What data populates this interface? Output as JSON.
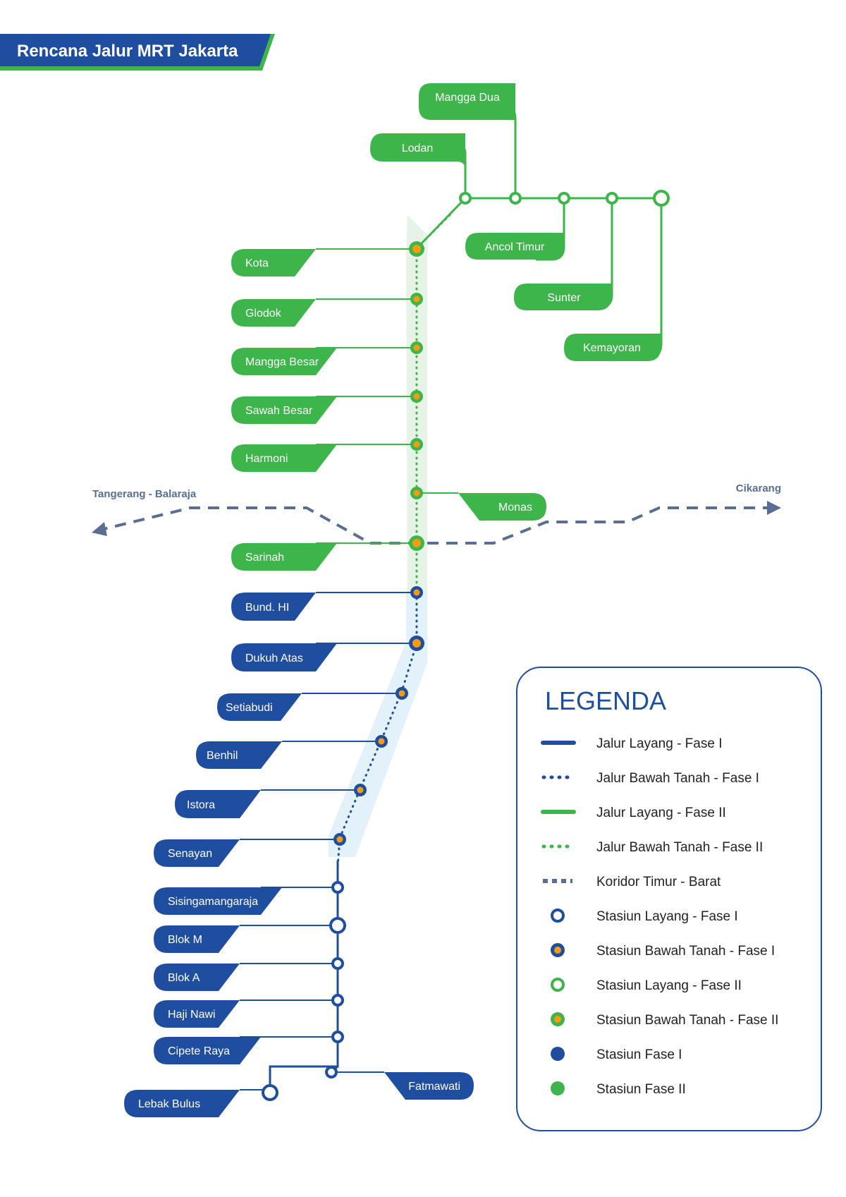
{
  "title": "Rencana Jalur MRT Jakarta",
  "colors": {
    "blue": "#1f4ea0",
    "green": "#3db54a",
    "orange": "#f39c12",
    "corridor": "#5a6e94",
    "green_band": "#e6f3e6",
    "blue_band": "#e3f1fb"
  },
  "corridors": {
    "west": "Tangerang - Balaraja",
    "east": "Cikarang"
  },
  "stations_phase2_north": [
    {
      "id": "mangga-dua",
      "name": "Mangga Dua"
    },
    {
      "id": "lodan",
      "name": "Lodan"
    },
    {
      "id": "ancol-timur",
      "name": "Ancol Timur"
    },
    {
      "id": "sunter",
      "name": "Sunter"
    },
    {
      "id": "kemayoran",
      "name": "Kemayoran"
    }
  ],
  "stations_phase2_trunk": [
    {
      "id": "kota",
      "name": "Kota"
    },
    {
      "id": "glodok",
      "name": "Glodok"
    },
    {
      "id": "mangga-besar",
      "name": "Mangga Besar"
    },
    {
      "id": "sawah-besar",
      "name": "Sawah Besar"
    },
    {
      "id": "harmoni",
      "name": "Harmoni"
    },
    {
      "id": "monas",
      "name": "Monas"
    },
    {
      "id": "sarinah",
      "name": "Sarinah"
    }
  ],
  "stations_phase1_underground": [
    {
      "id": "bund-hi",
      "name": "Bund. HI"
    },
    {
      "id": "dukuh-atas",
      "name": "Dukuh Atas"
    },
    {
      "id": "setiabudi",
      "name": "Setiabudi"
    },
    {
      "id": "benhil",
      "name": "Benhil"
    },
    {
      "id": "istora",
      "name": "Istora"
    },
    {
      "id": "senayan",
      "name": "Senayan"
    }
  ],
  "stations_phase1_elevated": [
    {
      "id": "sisingamangaraja",
      "name": "Sisingamangaraja"
    },
    {
      "id": "blok-m",
      "name": "Blok M"
    },
    {
      "id": "blok-a",
      "name": "Blok A"
    },
    {
      "id": "haji-nawi",
      "name": "Haji Nawi"
    },
    {
      "id": "cipete-raya",
      "name": "Cipete Raya"
    },
    {
      "id": "fatmawati",
      "name": "Fatmawati"
    },
    {
      "id": "lebak-bulus",
      "name": "Lebak Bulus"
    }
  ],
  "legend": {
    "title": "LEGENDA",
    "items": [
      {
        "id": "jalur-layang-1",
        "label": "Jalur Layang - Fase I",
        "symbol": "solid-line-blue"
      },
      {
        "id": "jalur-bawah-1",
        "label": "Jalur Bawah Tanah - Fase I",
        "symbol": "dotted-line-blue"
      },
      {
        "id": "jalur-layang-2",
        "label": "Jalur Layang - Fase II",
        "symbol": "solid-line-green"
      },
      {
        "id": "jalur-bawah-2",
        "label": "Jalur Bawah Tanah - Fase II",
        "symbol": "dotted-line-green"
      },
      {
        "id": "koridor",
        "label": "Koridor Timur - Barat",
        "symbol": "dashed-line-gray"
      },
      {
        "id": "stasiun-layang-1",
        "label": "Stasiun Layang - Fase I",
        "symbol": "ring-blue"
      },
      {
        "id": "stasiun-bawah-1",
        "label": "Stasiun Bawah Tanah - Fase I",
        "symbol": "dot-blue-orange"
      },
      {
        "id": "stasiun-layang-2",
        "label": "Stasiun Layang - Fase II",
        "symbol": "ring-green"
      },
      {
        "id": "stasiun-bawah-2",
        "label": "Stasiun Bawah Tanah - Fase II",
        "symbol": "dot-green-orange"
      },
      {
        "id": "stasiun-1",
        "label": "Stasiun Fase I",
        "symbol": "disc-blue"
      },
      {
        "id": "stasiun-2",
        "label": "Stasiun Fase II",
        "symbol": "disc-green"
      }
    ]
  }
}
